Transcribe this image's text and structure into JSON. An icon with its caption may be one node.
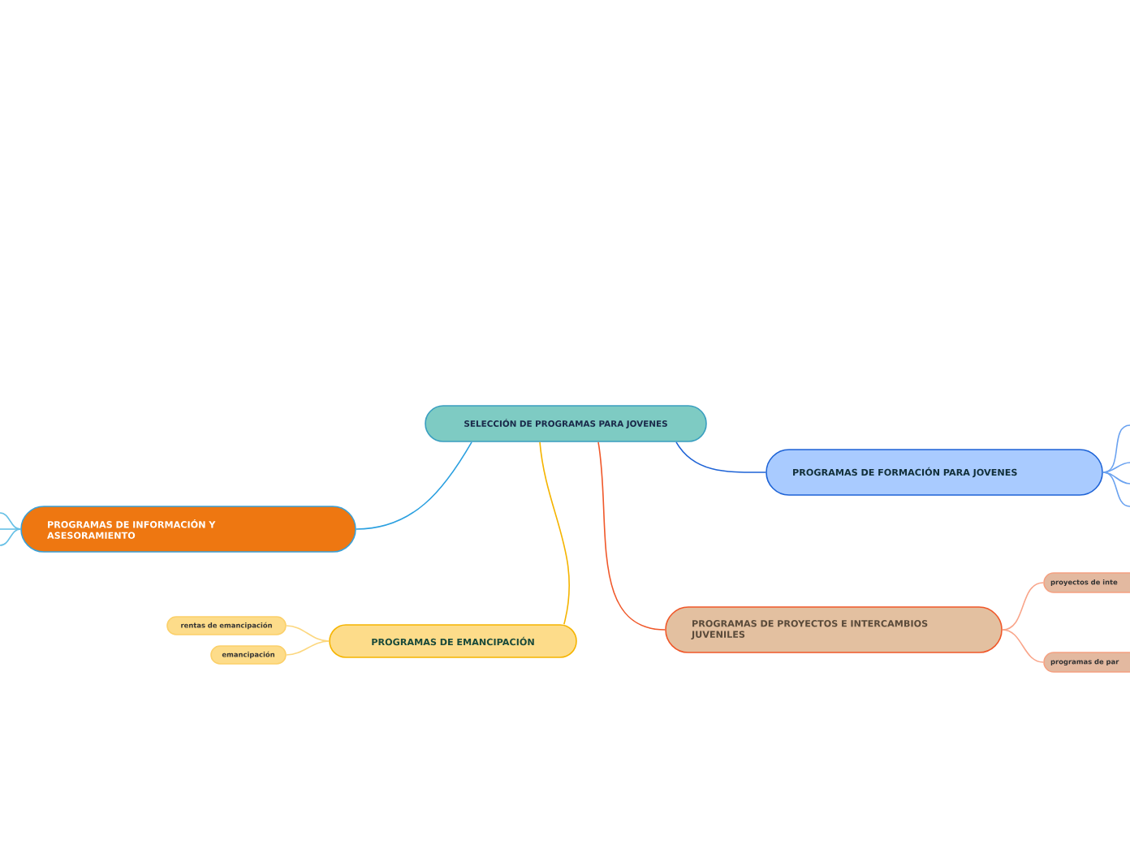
{
  "diagram": {
    "nodes": [
      {
        "text": [
          "SELECCIÓN DE PROGRAMAS PARA JOVENES"
        ]
      },
      {
        "text": [
          "PROGRAMAS DE FORMACIÓN PARA JOVENES"
        ]
      },
      {
        "text": [
          "PROGRAMAS DE PROYECTOS E INTERCAMBIOS JUVENILES"
        ]
      },
      {
        "text": [
          "PROGRAMAS DE EMANCIPACIÓN"
        ]
      },
      {
        "text": [
          "PROGRAMAS DE INFORMACIÓN Y ASESORAMIENTO"
        ]
      },
      {
        "text": [
          "rentas de emancipación"
        ]
      },
      {
        "text": [
          "emancipación"
        ]
      },
      {
        "text": [
          "proyectos de inte"
        ]
      },
      {
        "text": [
          "programas de par"
        ]
      }
    ],
    "edges": [
      {
        "from": 0,
        "to": 1,
        "arrow": "none",
        "color": "#1e63d6"
      },
      {
        "from": 0,
        "to": 2,
        "arrow": "none",
        "color": "#f0582a"
      },
      {
        "from": 0,
        "to": 3,
        "arrow": "none",
        "color": "#f5b400"
      },
      {
        "from": 0,
        "to": 4,
        "arrow": "none",
        "color": "#2ba0e0"
      },
      {
        "from": 3,
        "to": 5,
        "arrow": "none",
        "color": "#fcd77f"
      },
      {
        "from": 3,
        "to": 6,
        "arrow": "none",
        "color": "#fcd77f"
      },
      {
        "from": 2,
        "to": 7,
        "arrow": "none",
        "color": "#f9a58a"
      },
      {
        "from": 2,
        "to": 8,
        "arrow": "none",
        "color": "#f9a58a"
      },
      {
        "from": 4,
        "to": null,
        "arrow": "none",
        "color": "#66c0e6"
      },
      {
        "from": 4,
        "to": null,
        "arrow": "none",
        "color": "#66c0e6"
      },
      {
        "from": 4,
        "to": null,
        "arrow": "none",
        "color": "#66c0e6"
      },
      {
        "from": 1,
        "to": null,
        "arrow": "none",
        "color": "#6aa2f0"
      },
      {
        "from": 1,
        "to": null,
        "arrow": "none",
        "color": "#6aa2f0"
      },
      {
        "from": 1,
        "to": null,
        "arrow": "none",
        "color": "#6aa2f0"
      },
      {
        "from": 1,
        "to": null,
        "arrow": "none",
        "color": "#6aa2f0"
      }
    ]
  }
}
